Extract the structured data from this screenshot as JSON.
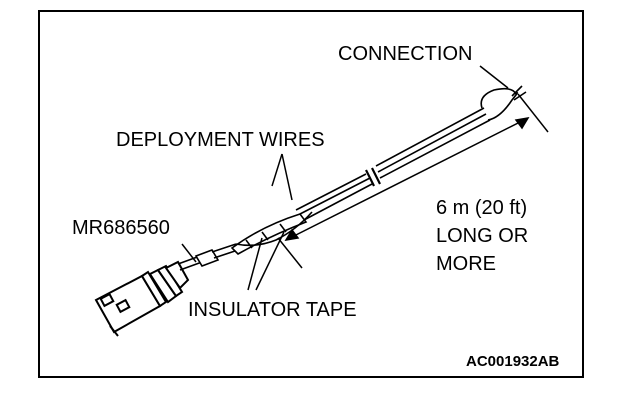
{
  "diagram": {
    "labels": {
      "connection": "CONNECTION",
      "deployment_wires": "DEPLOYMENT WIRES",
      "part_number": "MR686560",
      "length_line1": "6 m (20 ft)",
      "length_line2": "LONG OR",
      "length_line3": "MORE",
      "insulator_tape": "INSULATOR TAPE",
      "figure_code": "AC001932AB"
    },
    "colors": {
      "ink": "#000000",
      "paper": "#ffffff"
    }
  }
}
